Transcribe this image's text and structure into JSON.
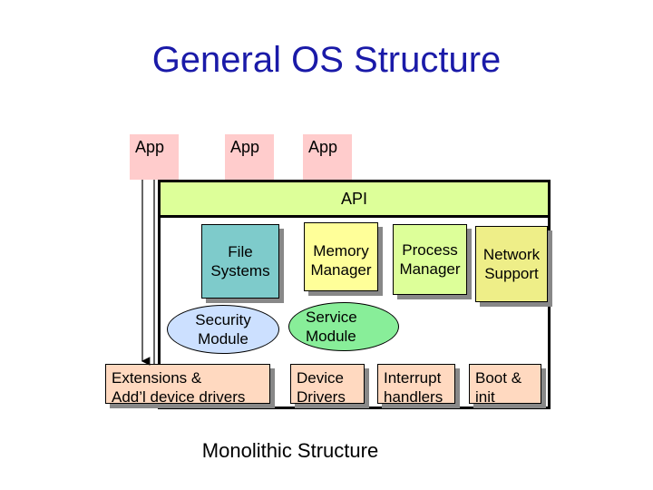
{
  "title": "General OS Structure",
  "caption": "Monolithic Structure",
  "apps": [
    "App",
    "App",
    "App"
  ],
  "api": "API",
  "components": {
    "file_systems": [
      "File",
      "Systems"
    ],
    "memory_manager": [
      "Memory",
      "Manager"
    ],
    "process_manager": [
      "Process",
      "Manager"
    ],
    "network_support": [
      "Network",
      "Support"
    ],
    "security_module": [
      "Security",
      "Module"
    ],
    "service_module": [
      "Service",
      "Module"
    ],
    "extensions": [
      "Extensions &",
      "Add’l device drivers"
    ],
    "device_drivers": [
      "Device",
      "Drivers"
    ],
    "interrupt_handlers": [
      "Interrupt",
      "handlers"
    ],
    "boot_init": [
      "Boot &",
      "init"
    ]
  },
  "colors": {
    "title": "#1a1aa8",
    "app": "#ffcccc",
    "api": "#ddff99",
    "file_systems": "#7ecbcb",
    "memory_manager": "#ffff99",
    "process_manager": "#ddff99",
    "network_support": "#eeee88",
    "security_module": "#cce0ff",
    "service_module": "#88ee99",
    "driver_row": "#ffd9c0"
  }
}
